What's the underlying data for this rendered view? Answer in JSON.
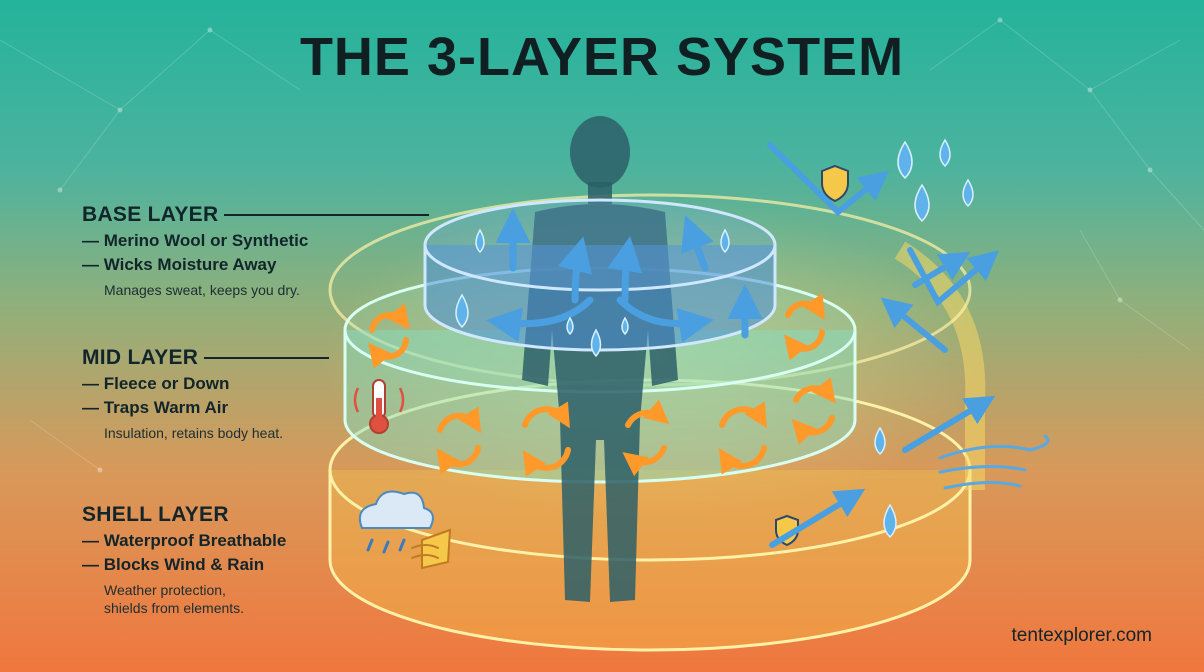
{
  "title": "THE 3-LAYER SYSTEM",
  "layers": [
    {
      "name": "BASE LAYER",
      "points": [
        "— Merino Wool or Synthetic",
        "— Wicks Moisture Away"
      ],
      "description": [
        "Manages sweat, keeps you dry."
      ],
      "color": "#4a8fd4"
    },
    {
      "name": "MID LAYER",
      "points": [
        "— Fleece or Down",
        "— Traps Warm Air"
      ],
      "description": [
        "Insulation, retains body heat."
      ],
      "color": "#48c8b8"
    },
    {
      "name": "SHELL LAYER",
      "points": [
        "— Waterproof Breathable",
        "— Blocks Wind & Rain"
      ],
      "description": [
        "Weather protection,",
        "shields from elements."
      ],
      "color": "#f5c840"
    }
  ],
  "icons": {
    "moisture": "water-drop-icon",
    "warmth": "circular-arrows-icon",
    "temperature": "thermometer-icon",
    "weather": "rain-cloud-icon",
    "wind": "wind-icon",
    "protection": "shield-icon"
  },
  "footer": {
    "site": "tentexplorer.com"
  }
}
